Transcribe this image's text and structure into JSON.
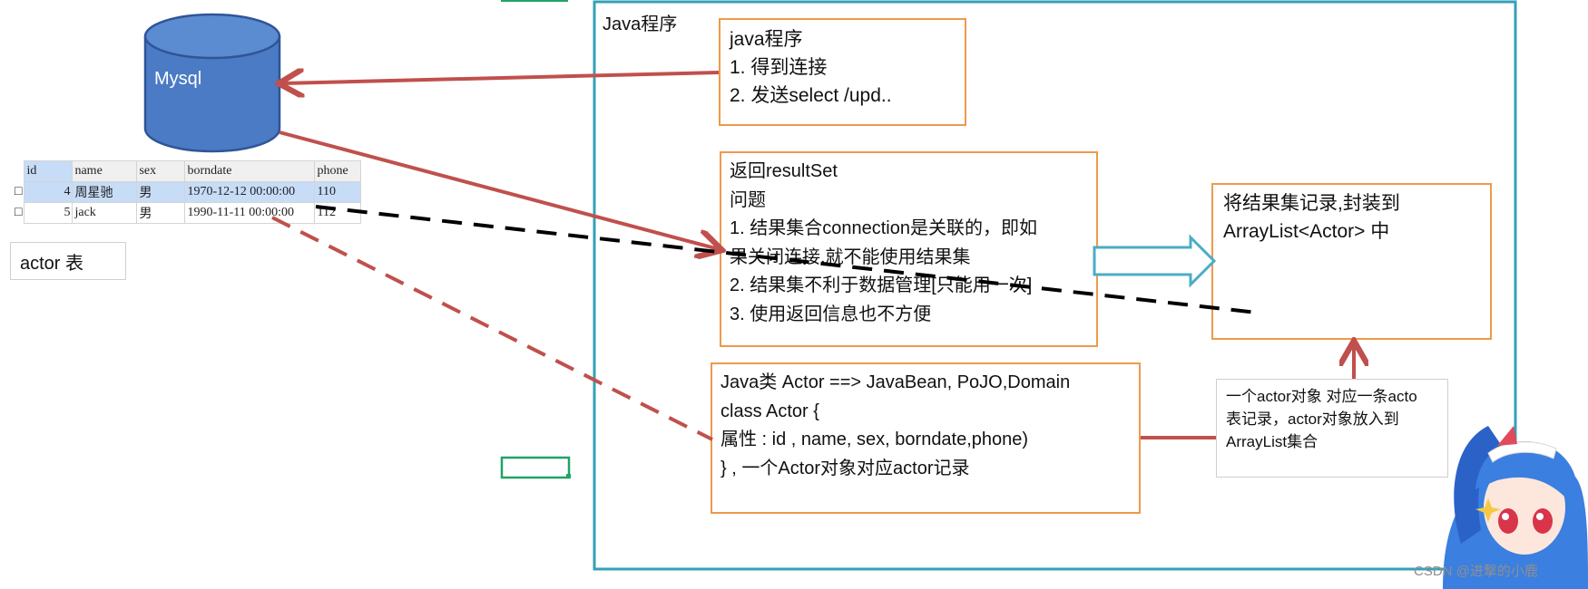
{
  "database": {
    "label": "Mysql"
  },
  "table": {
    "caption": "actor 表",
    "columns": [
      "id",
      "name",
      "sex",
      "borndate",
      "phone"
    ],
    "rows": [
      [
        "4",
        "周星驰",
        "男",
        "1970-12-12 00:00:00",
        "110"
      ],
      [
        "5",
        "jack",
        "男",
        "1990-11-11 00:00:00",
        "112"
      ]
    ]
  },
  "java_region": {
    "title": "Java程序"
  },
  "box_program": {
    "lines": [
      "java程序",
      "1. 得到连接",
      "2. 发送select /upd.."
    ]
  },
  "box_resultset": {
    "lines": [
      "返回resultSet",
      "问题",
      "1. 结果集合connection是关联的，即如",
      "果关闭连接,就不能使用结果集",
      "2. 结果集不利于数据管理[只能用一次]",
      "3. 使用返回信息也不方便"
    ]
  },
  "box_arraylist": {
    "lines": [
      "将结果集记录,封装到",
      "ArrayList<Actor> 中"
    ]
  },
  "box_class": {
    "lines": [
      "Java类 Actor  ==> JavaBean, PoJO,Domain",
      "class Actor {",
      "属性 : id , name, sex, borndate,phone)",
      "} , 一个Actor对象对应actor记录"
    ]
  },
  "note": {
    "lines": [
      "一个actor对象 对应一条acto",
      "表记录，actor对象放入到",
      "ArrayList集合"
    ]
  },
  "watermark": "CSDN @进撃的小鹿",
  "colors": {
    "cylinder_fill": "#4a7bc4",
    "cylinder_stroke": "#2f5597",
    "arrow_red": "#c0504d",
    "box_orange": "#ed9a4b",
    "frame_teal": "#35a0b8",
    "hollow_arrow": "#4bacc6",
    "dashed_black": "#000000",
    "selection_green": "#21a366"
  }
}
